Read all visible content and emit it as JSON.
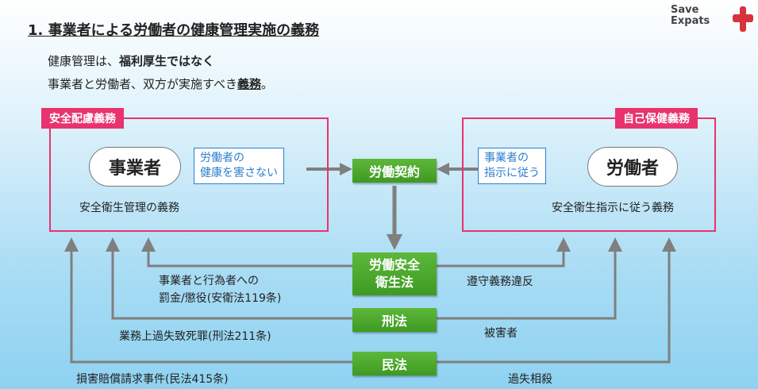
{
  "title": "1. 事業者による労働者の健康管理実施の義務",
  "logo": {
    "line1": "Save",
    "line2": "Expats"
  },
  "intro": {
    "l1a": "健康管理は、",
    "l1b": "福利厚生ではなく",
    "l2a": "事業者と労働者、双方が実施すべき",
    "l2b": "義務",
    "l2c": "。"
  },
  "left": {
    "tag": "安全配慮義務",
    "actor": "事業者",
    "note1": "労働者の",
    "note2": "健康を害さない",
    "duty": "安全衛生管理の義務"
  },
  "right": {
    "tag": "自己保健義務",
    "actor": "労働者",
    "note1": "事業者の",
    "note2": "指示に従う",
    "duty": "安全衛生指示に従う義務"
  },
  "contract": "労働契約",
  "laws": [
    {
      "l1": "労働安全",
      "l2": "衛生法",
      "left1": "事業者と行為者への",
      "left2": "罰金/懲役(安衛法119条)",
      "right": "遵守義務違反"
    },
    {
      "l1": "刑法",
      "left1": "業務上過失致死罪(刑法211条)",
      "right": "被害者"
    },
    {
      "l1": "民法",
      "left1": "損害賠償請求事件(民法415条)",
      "right": "過失相殺"
    }
  ],
  "colors": {
    "pink": "#e8336e",
    "green": "#4aa52e",
    "blue": "#2a7fd0",
    "arrow": "#7f7f7f"
  }
}
